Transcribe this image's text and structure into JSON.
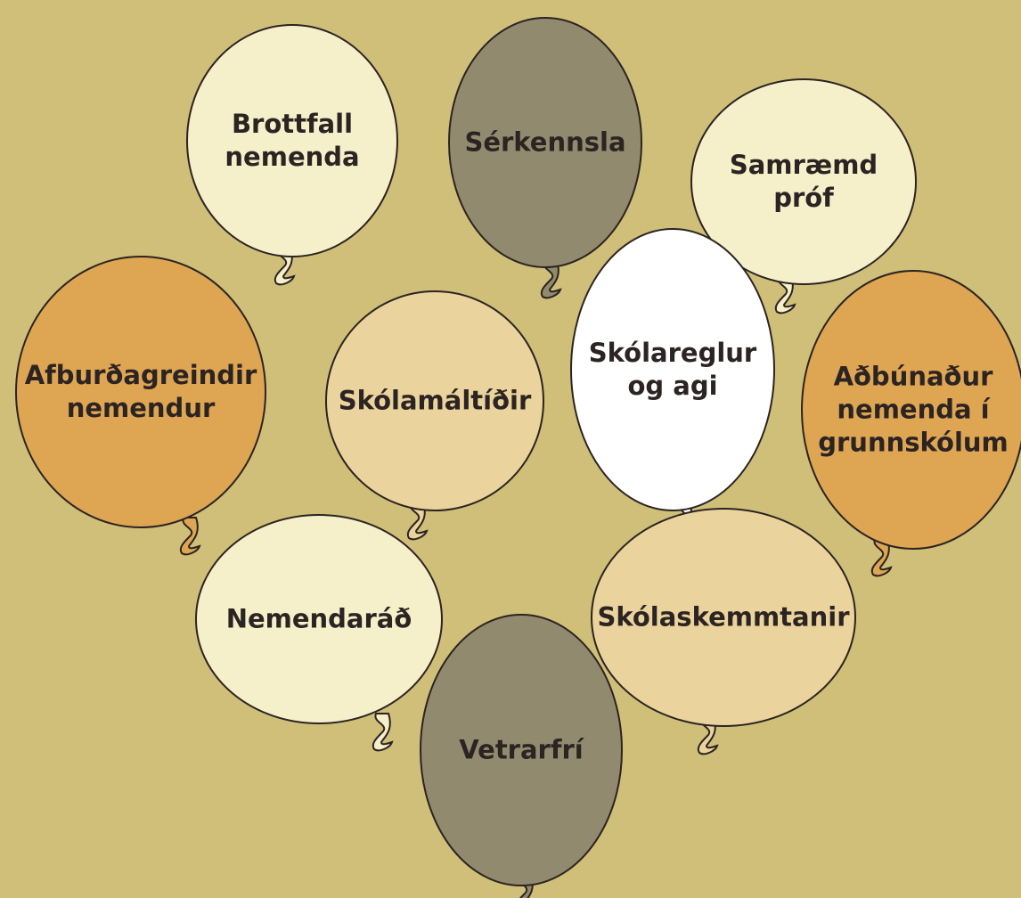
{
  "colors": {
    "background": "#cfbf78",
    "cream": "#f5efca",
    "khaki": "#928a6e",
    "orange": "#dea553",
    "tan": "#ead39c",
    "white": "#ffffff",
    "outline": "#2b2422"
  },
  "balloons": [
    {
      "id": "brottfall",
      "lines": [
        "Brottfall",
        "nemenda"
      ],
      "color": "cream"
    },
    {
      "id": "serkennsla",
      "lines": [
        "Sérkennsla"
      ],
      "color": "khaki"
    },
    {
      "id": "samraemd",
      "lines": [
        "Samræmd",
        "próf"
      ],
      "color": "cream"
    },
    {
      "id": "afburdagreindir",
      "lines": [
        "Afburðagreindir",
        "nemendur"
      ],
      "color": "orange"
    },
    {
      "id": "skolamaltidir",
      "lines": [
        "Skólamáltíðir"
      ],
      "color": "tan"
    },
    {
      "id": "skolareglur",
      "lines": [
        "Skólareglur",
        "og agi"
      ],
      "color": "white"
    },
    {
      "id": "adbunadur",
      "lines": [
        "Aðbúnaður",
        "nemenda í",
        "grunnskólum"
      ],
      "color": "orange"
    },
    {
      "id": "nemendarad",
      "lines": [
        "Nemendaráð"
      ],
      "color": "cream"
    },
    {
      "id": "skolaskemmtanir",
      "lines": [
        "Skólaskemmtanir"
      ],
      "color": "tan"
    },
    {
      "id": "vetrarfri",
      "lines": [
        "Vetrarfrí"
      ],
      "color": "khaki"
    }
  ]
}
